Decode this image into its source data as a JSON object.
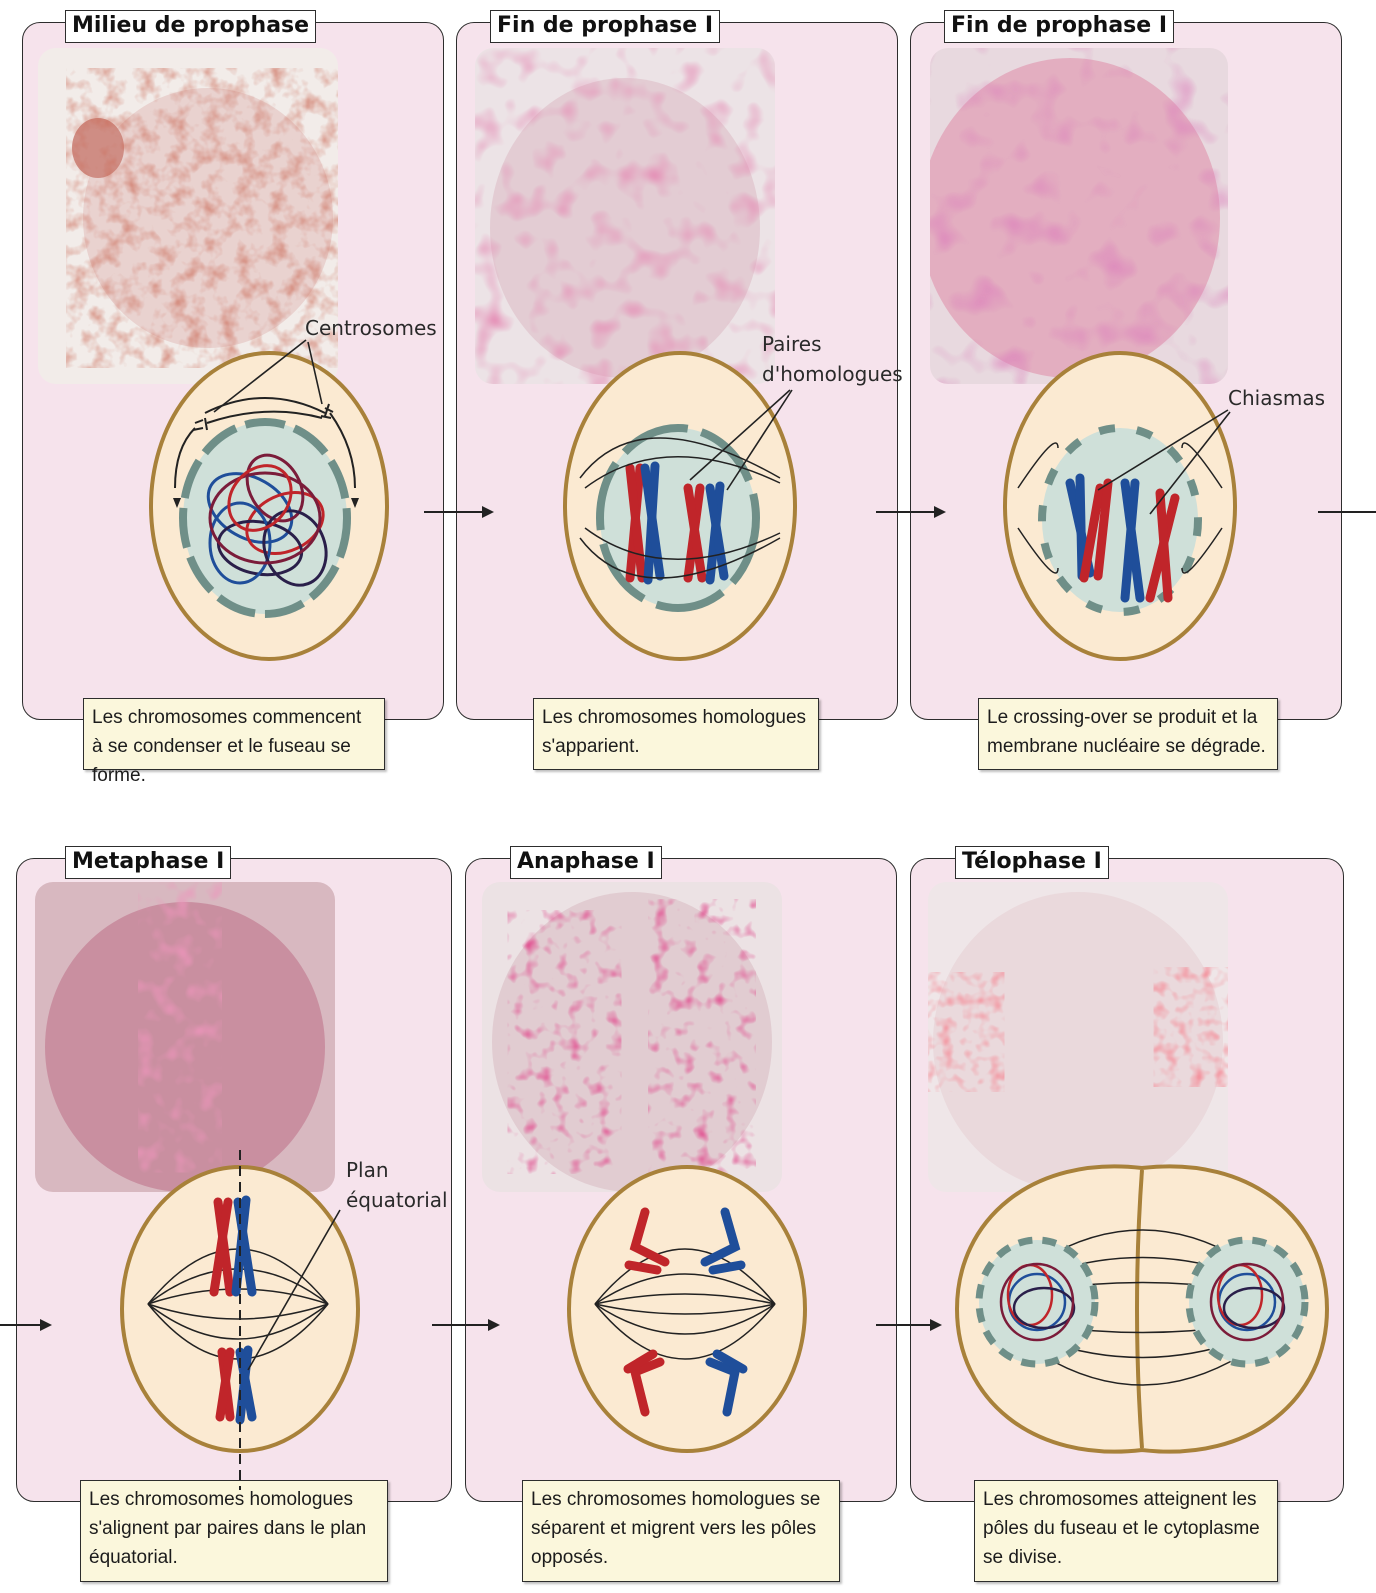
{
  "panels": [
    {
      "title": "Milieu de prophase",
      "caption": "Les chromosomes commencent à se condenser et le fuseau se forme.",
      "labels": [
        "Centrosomes"
      ]
    },
    {
      "title": "Fin de prophase I",
      "caption": "Les chromosomes homologues s'apparient.",
      "labels": [
        "Paires",
        "d'homologues"
      ]
    },
    {
      "title": "Fin de prophase I",
      "caption": "Le crossing-over se produit et la membrane nucléaire se dégrade.",
      "labels": [
        "Chiasmas"
      ]
    },
    {
      "title": "Metaphase I",
      "caption": "Les chromosomes homologues s'alignent par paires dans le plan équatorial.",
      "labels": [
        "Plan",
        "équatorial"
      ]
    },
    {
      "title": "Anaphase I",
      "caption": "Les chromosomes homologues se séparent et migrent vers les pôles opposés.",
      "labels": []
    },
    {
      "title": "Télophase I",
      "caption": "Les chromosomes atteignent les pôles du fuseau et le cytoplasme se divise.",
      "labels": []
    }
  ],
  "colors": {
    "panel_bg": "#f6e3ec",
    "cell_fill": "#fbead2",
    "cell_border": "#a8813a",
    "nucleus_fill": "#cfe0d9",
    "nuclear_envelope": "#6f8f88",
    "chromosome_red": "#c0252a",
    "chromosome_blue": "#1f4e9a",
    "caption_bg": "#fbf7dc"
  }
}
